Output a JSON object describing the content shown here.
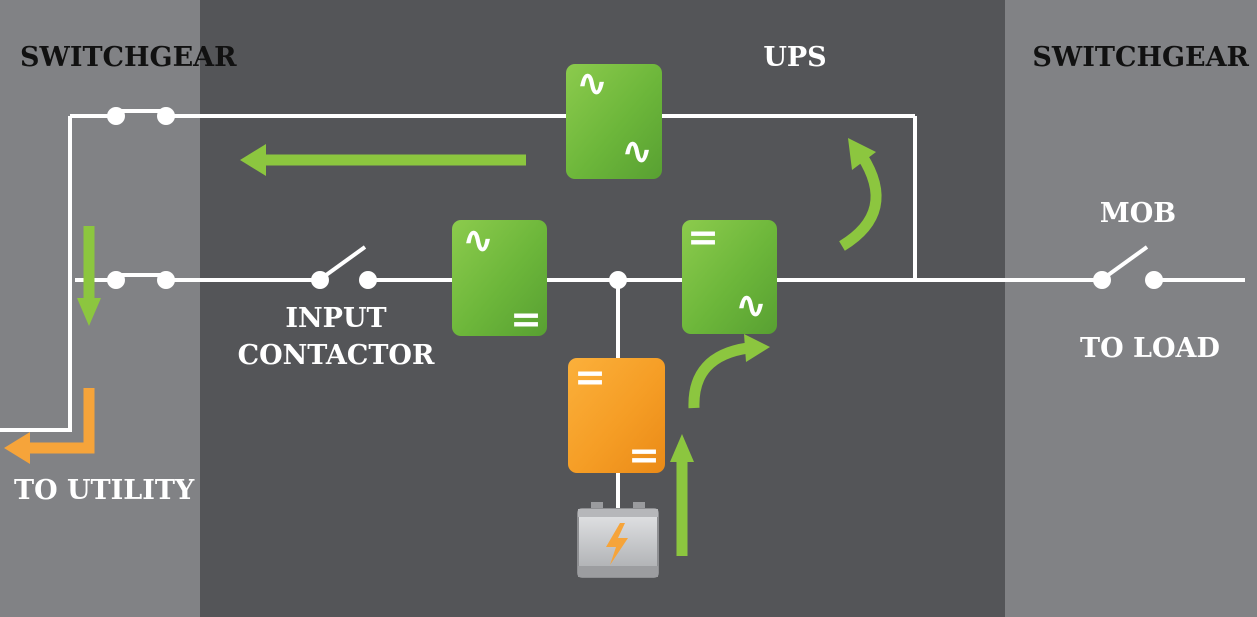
{
  "labels": {
    "switchgear_left": "SWITCHGEAR",
    "ups": "UPS",
    "switchgear_right": "SWITCHGEAR",
    "input_contactor_line1": "INPUT",
    "input_contactor_line2": "CONTACTOR",
    "mob": "MOB",
    "to_load": "TO LOAD",
    "to_utility": "TO UTILITY"
  },
  "symbols": {
    "ac": "∿",
    "dc": "="
  },
  "colors": {
    "switchgear_bg": "#818285",
    "ups_bg": "#545558",
    "converter_green": "#7cc043",
    "converter_green_dark": "#58a032",
    "converter_orange": "#f8a32a",
    "converter_orange_dark": "#e98a1a",
    "arrow_green": "#8cc63f",
    "arrow_orange": "#f6a43a",
    "wire": "#ffffff",
    "battery": "#c9cacc"
  },
  "icons": {
    "battery": "battery-icon",
    "bolt": "lightning-bolt-icon"
  }
}
